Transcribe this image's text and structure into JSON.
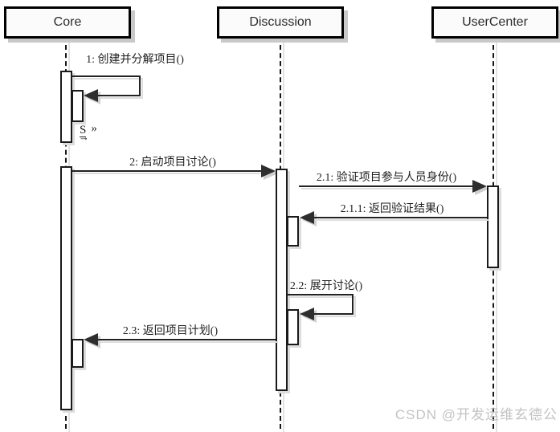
{
  "diagram": {
    "type": "uml-sequence-diagram",
    "actors": [
      {
        "name": "Core"
      },
      {
        "name": "Discussion"
      },
      {
        "name": "UserCenter"
      }
    ],
    "messages": [
      {
        "label": "1: 创建并分解项目()",
        "from": "Core",
        "to": "Core",
        "kind": "self-call"
      },
      {
        "label": "2: 启动项目讨论()",
        "from": "Core",
        "to": "Discussion",
        "kind": "call"
      },
      {
        "label": "2.1: 验证项目参与人员身份()",
        "from": "Discussion",
        "to": "UserCenter",
        "kind": "call"
      },
      {
        "label": "2.1.1: 返回验证结果()",
        "from": "UserCenter",
        "to": "Discussion",
        "kind": "return"
      },
      {
        "label": "2.2: 展开讨论()",
        "from": "Discussion",
        "to": "Discussion",
        "kind": "self-call"
      },
      {
        "label": "2.3: 返回项目计划()",
        "from": "Discussion",
        "to": "Core",
        "kind": "return"
      }
    ],
    "call_icon": {
      "letter": "S",
      "chevrons": "»"
    },
    "colors": {
      "line": "#222222",
      "arrowhead": "#2e2e2e",
      "shadow": "#dcdcdc",
      "box_fill": "#fbfbfb",
      "watermark": "#c3c3c3"
    }
  },
  "watermark": {
    "text": "CSDN @开发运维玄德公"
  }
}
